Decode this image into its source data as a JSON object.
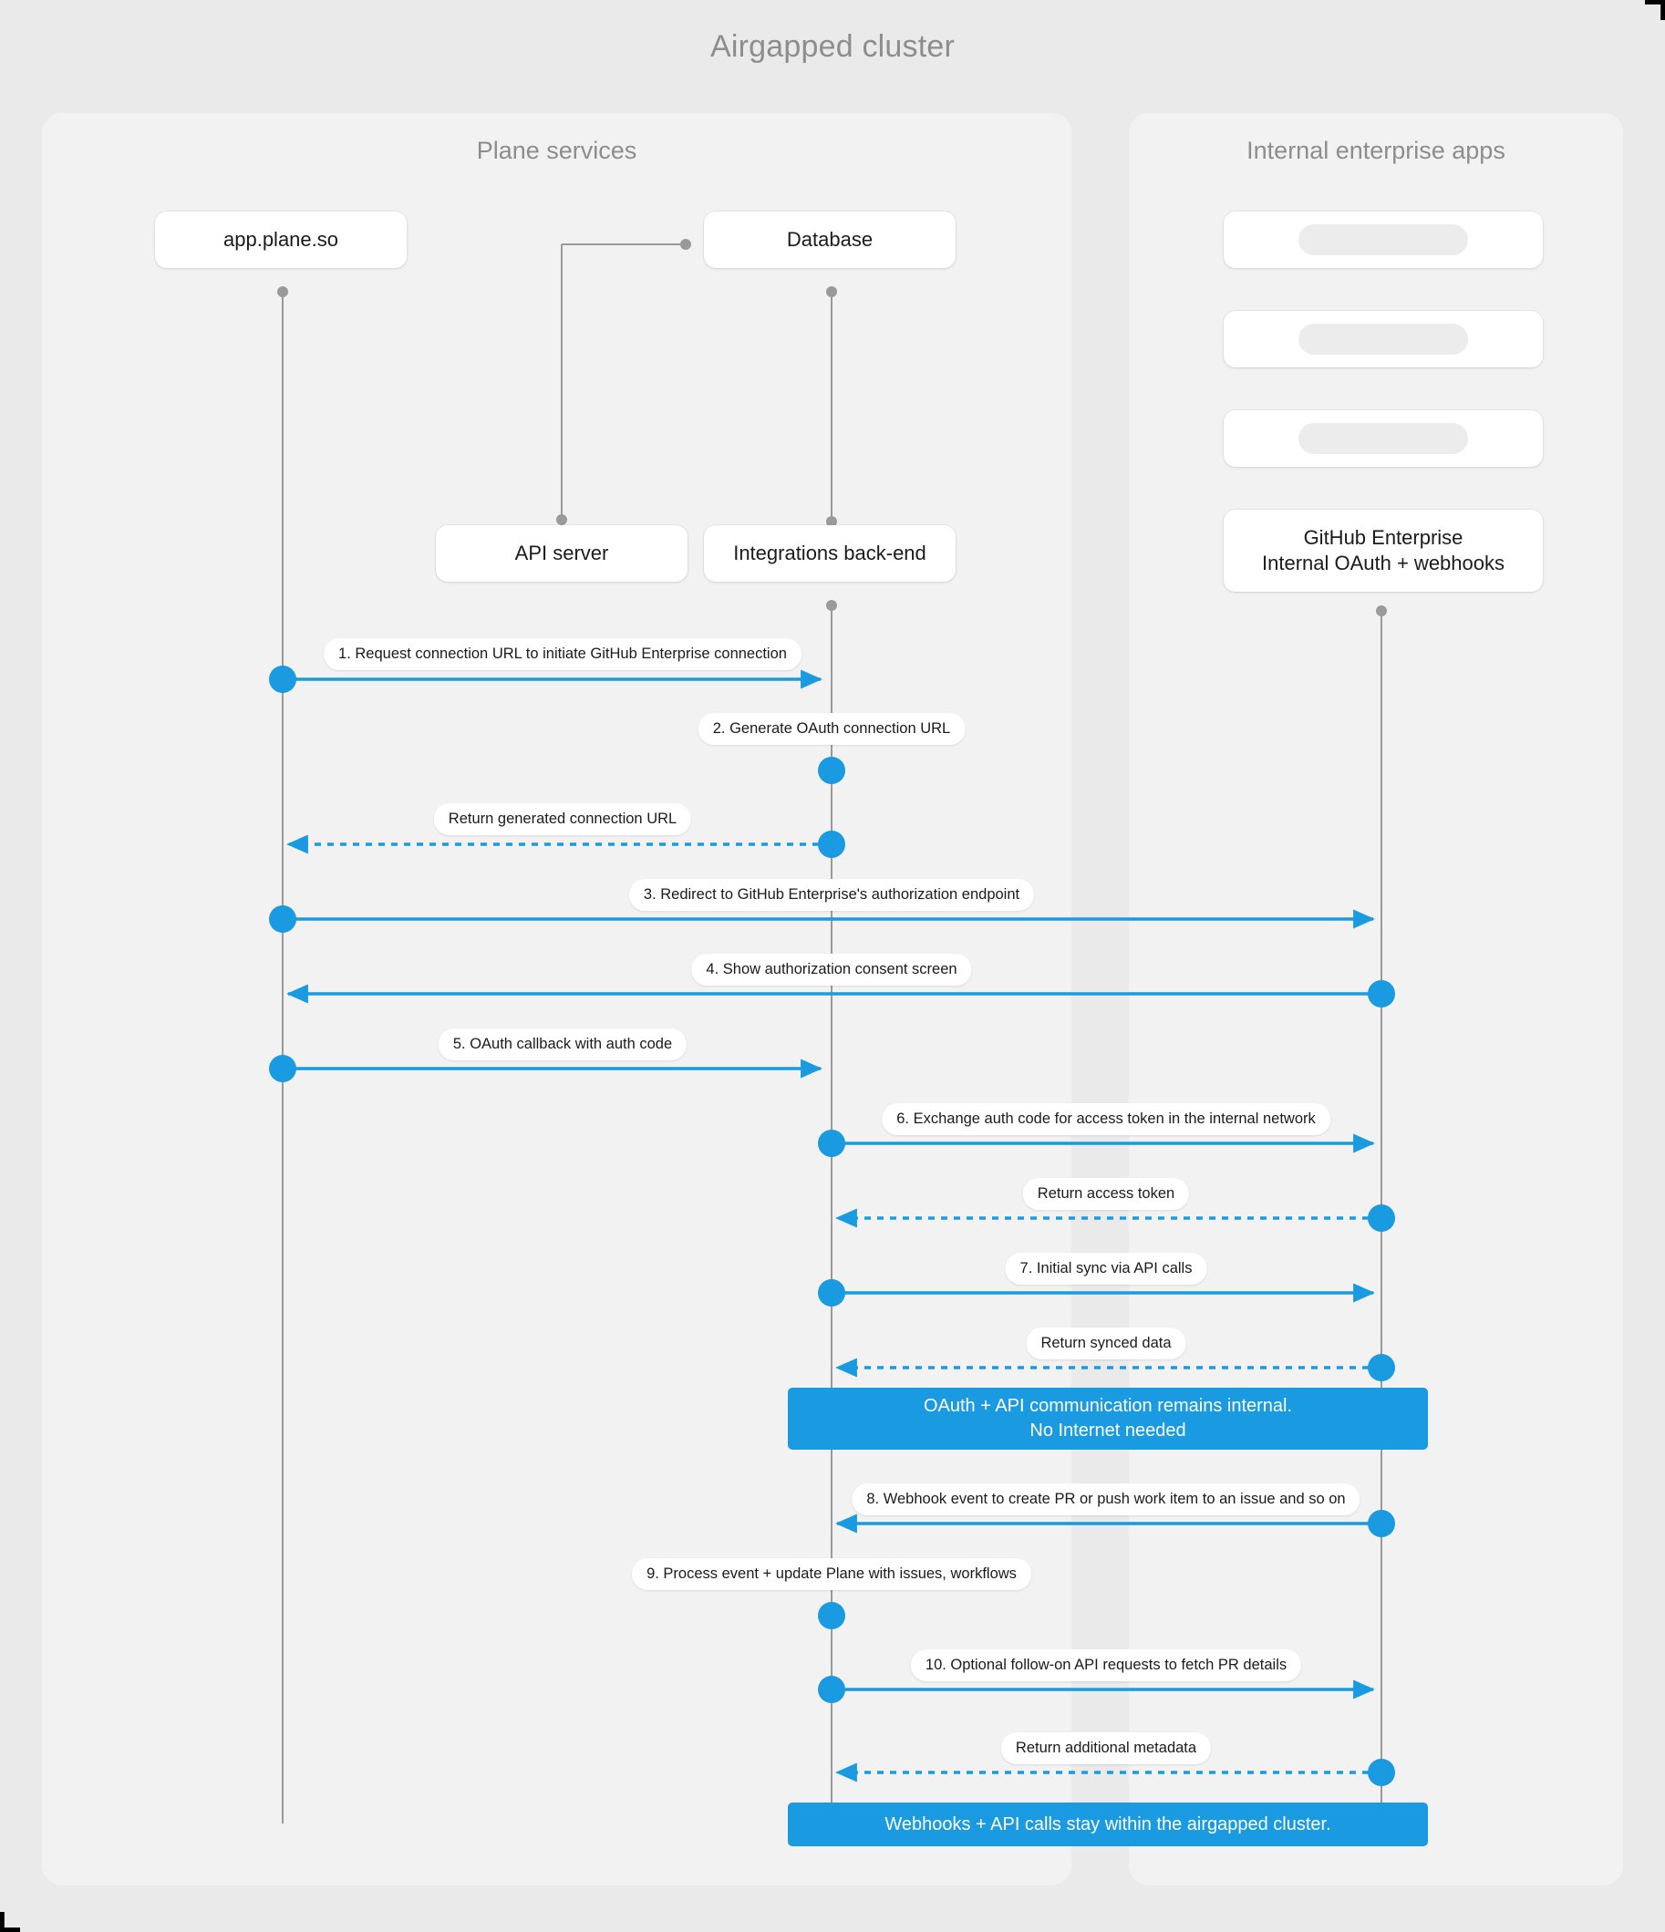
{
  "diagram": {
    "title": "Airgapped cluster",
    "type": "sequence-diagram",
    "panels": [
      {
        "id": "plane-services",
        "title": "Plane services"
      },
      {
        "id": "internal-enterprise-apps",
        "title": "Internal enterprise apps"
      }
    ],
    "nodes": [
      {
        "id": "app-plane-so",
        "label": "app.plane.so",
        "panel": "plane-services"
      },
      {
        "id": "database",
        "label": "Database",
        "panel": "plane-services"
      },
      {
        "id": "api-server",
        "label": "API server",
        "panel": "plane-services"
      },
      {
        "id": "integrations-backend",
        "label": "Integrations back-end",
        "panel": "plane-services"
      },
      {
        "id": "placeholder-1",
        "label": "",
        "panel": "internal-enterprise-apps"
      },
      {
        "id": "placeholder-2",
        "label": "",
        "panel": "internal-enterprise-apps"
      },
      {
        "id": "placeholder-3",
        "label": "",
        "panel": "internal-enterprise-apps"
      },
      {
        "id": "github-enterprise",
        "label": "GitHub Enterprise\nInternal OAuth + webhooks",
        "line1": "GitHub Enterprise",
        "line2": "Internal OAuth + webhooks",
        "panel": "internal-enterprise-apps"
      }
    ],
    "messages": [
      {
        "n": 1,
        "label": "1. Request connection URL to initiate GitHub Enterprise connection",
        "from": "app-plane-so",
        "to": "integrations-backend",
        "style": "solid"
      },
      {
        "n": 2,
        "label": "2. Generate OAuth connection URL",
        "from": "integrations-backend",
        "to": "integrations-backend",
        "style": "self"
      },
      {
        "n": 3,
        "label": "Return generated connection URL",
        "from": "integrations-backend",
        "to": "app-plane-so",
        "style": "dashed"
      },
      {
        "n": 4,
        "label": "3. Redirect to GitHub Enterprise's authorization endpoint",
        "from": "app-plane-so",
        "to": "github-enterprise",
        "style": "solid"
      },
      {
        "n": 5,
        "label": "4. Show authorization consent screen",
        "from": "github-enterprise",
        "to": "app-plane-so",
        "style": "solid"
      },
      {
        "n": 6,
        "label": "5. OAuth callback with auth code",
        "from": "app-plane-so",
        "to": "integrations-backend",
        "style": "solid"
      },
      {
        "n": 7,
        "label": "6. Exchange auth code for access token in the internal network",
        "from": "integrations-backend",
        "to": "github-enterprise",
        "style": "solid"
      },
      {
        "n": 8,
        "label": "Return access token",
        "from": "github-enterprise",
        "to": "integrations-backend",
        "style": "dashed"
      },
      {
        "n": 9,
        "label": "7. Initial sync via API calls",
        "from": "integrations-backend",
        "to": "github-enterprise",
        "style": "solid"
      },
      {
        "n": 10,
        "label": "Return synced data",
        "from": "github-enterprise",
        "to": "integrations-backend",
        "style": "dashed"
      },
      {
        "n": 11,
        "label": "8. Webhook event to create PR  or push work item to an issue  and so on",
        "from": "github-enterprise",
        "to": "integrations-backend",
        "style": "solid"
      },
      {
        "n": 12,
        "label": "9. Process event + update Plane with issues, workflows",
        "from": "integrations-backend",
        "to": "integrations-backend",
        "style": "self"
      },
      {
        "n": 13,
        "label": "10. Optional follow-on API requests to fetch PR details",
        "from": "integrations-backend",
        "to": "github-enterprise",
        "style": "solid"
      },
      {
        "n": 14,
        "label": "Return additional metadata",
        "from": "github-enterprise",
        "to": "integrations-backend",
        "style": "dashed"
      }
    ],
    "notes": [
      {
        "id": "note-internal",
        "line1": "OAuth + API communication remains internal.",
        "line2": "No Internet needed"
      },
      {
        "id": "note-airgapped",
        "line1": "Webhooks + API calls stay within the airgapped cluster.",
        "line2": ""
      }
    ],
    "colors": {
      "accent": "#1a9ae0",
      "background": "#eaeaea",
      "panel": "#f2f2f2",
      "node": "#ffffff",
      "lifeline": "#9a9a9a",
      "title_text": "#8d8d8d",
      "note_text": "#ffffff"
    }
  }
}
